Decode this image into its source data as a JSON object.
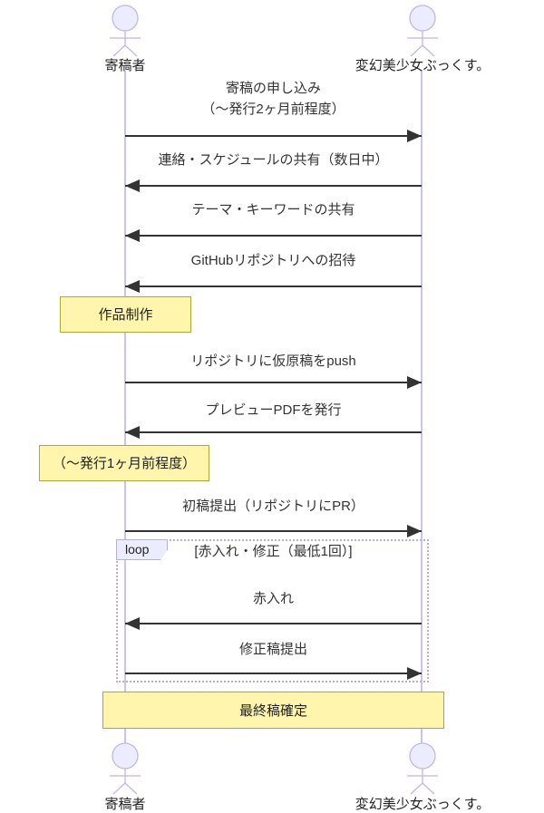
{
  "diagram_type": "sequence-diagram",
  "actors": [
    {
      "name": "寄稿者"
    },
    {
      "name": "変幻美少女ぶっくす。"
    }
  ],
  "messages": [
    {
      "text": "寄稿の申し込み",
      "text2": "（〜発行2ヶ月前程度）",
      "direction": "right"
    },
    {
      "text": "連絡・スケジュールの共有（数日中）",
      "direction": "left"
    },
    {
      "text": "テーマ・キーワードの共有",
      "direction": "left"
    },
    {
      "text": "GitHubリポジトリへの招待",
      "direction": "left"
    },
    {
      "text": "リポジトリに仮原稿をpush",
      "direction": "right"
    },
    {
      "text": "プレビューPDFを発行",
      "direction": "left"
    },
    {
      "text": "初稿提出（リポジトリにPR）",
      "direction": "right"
    },
    {
      "text": "赤入れ",
      "direction": "left"
    },
    {
      "text": "修正稿提出",
      "direction": "right"
    }
  ],
  "notes": [
    {
      "text": "作品制作"
    },
    {
      "text": "（〜発行1ヶ月前程度）"
    },
    {
      "text": "最終稿確定"
    }
  ],
  "loop": {
    "label": "loop",
    "condition": "[赤入れ・修正（最低1回）]"
  },
  "colors": {
    "actor_fill": "#ECECFF",
    "actor_stroke": "#c4b5e4",
    "lifeline": "#cdc2ee",
    "arrow": "#333333",
    "note_fill": "#fff5ad",
    "note_border": "#aaaa33",
    "loop_border": "#b7aede"
  }
}
